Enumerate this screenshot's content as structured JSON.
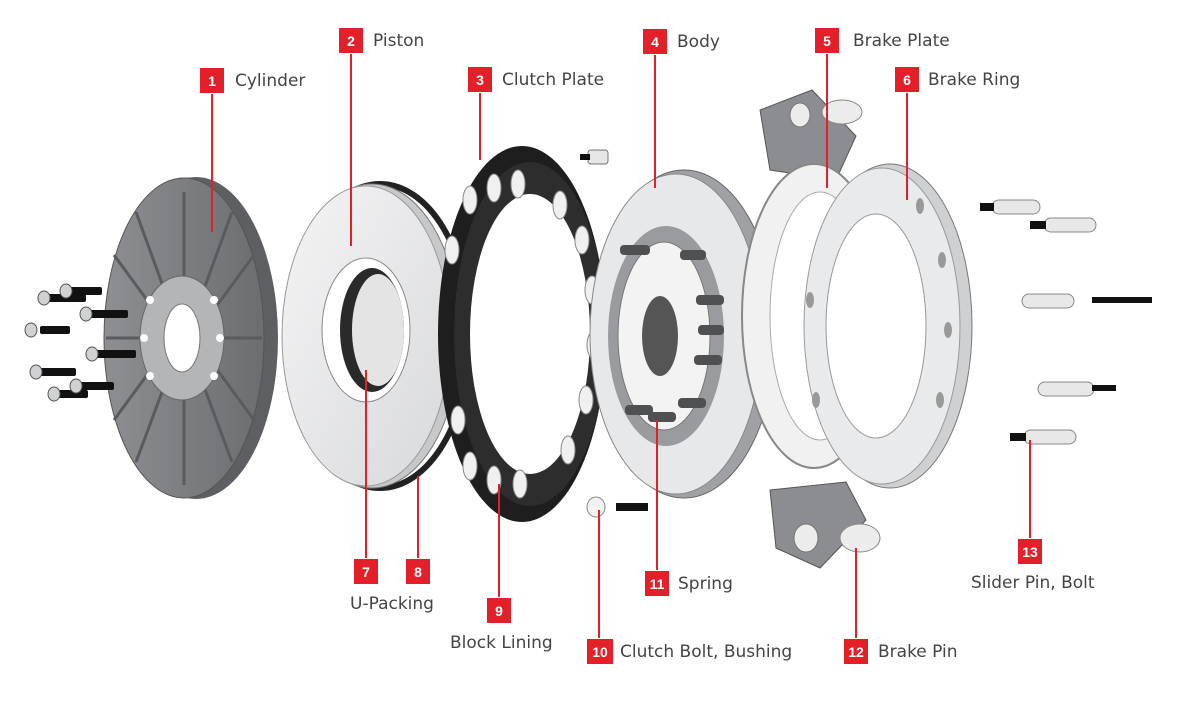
{
  "diagram": {
    "callouts": [
      {
        "number": "1",
        "label": "Cylinder"
      },
      {
        "number": "2",
        "label": "Piston"
      },
      {
        "number": "3",
        "label": "Clutch Plate"
      },
      {
        "number": "4",
        "label": "Body"
      },
      {
        "number": "5",
        "label": "Brake Plate"
      },
      {
        "number": "6",
        "label": "Brake Ring"
      },
      {
        "number": "7",
        "label": ""
      },
      {
        "number": "8",
        "label": ""
      },
      {
        "number": "9",
        "label": "Block Lining"
      },
      {
        "number": "10",
        "label": "Clutch Bolt, Bushing"
      },
      {
        "number": "11",
        "label": "Spring"
      },
      {
        "number": "12",
        "label": "Brake Pin"
      },
      {
        "number": "13",
        "label": "Slider Pin, Bolt"
      }
    ],
    "shared_labels": {
      "u_packing": "U-Packing"
    },
    "colors": {
      "badge": "#e3202a",
      "leader": "#e3202a",
      "text": "#444444",
      "part_dark": "#5a5b5e",
      "part_mid": "#a4a5a8",
      "part_light": "#e6e7e8",
      "lining": "#1e1e1e"
    }
  }
}
